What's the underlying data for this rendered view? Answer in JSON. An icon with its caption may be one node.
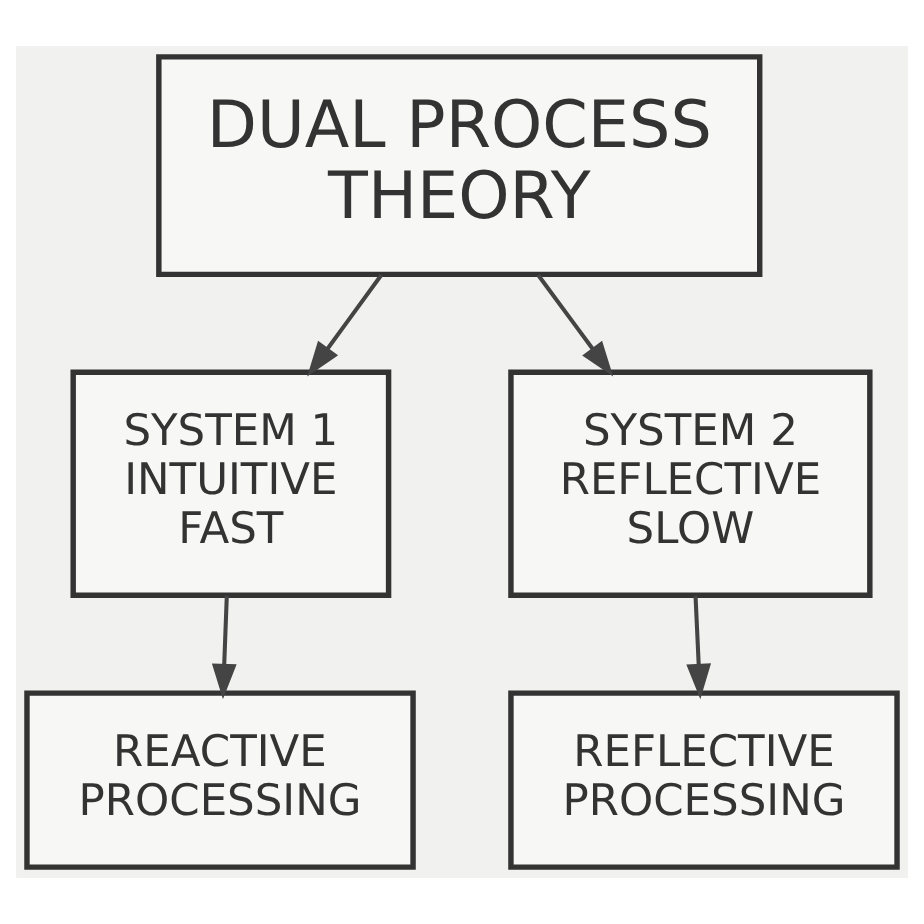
{
  "diagram": {
    "nodes": [
      {
        "text": [
          "DUAL PROCESS THEORY"
        ]
      },
      {
        "text": [
          "SYSTEM 1",
          "INTUITIVE FAST"
        ]
      },
      {
        "text": [
          "SYSTEM 2",
          "REFLECTIVE SLOW"
        ]
      },
      {
        "text": [
          "REACTIVE PROCESSING"
        ]
      },
      {
        "text": [
          "REFLECTIVE PROCESSING"
        ]
      }
    ],
    "edges": [
      {
        "from": 0,
        "to": 1,
        "arrow": "to"
      },
      {
        "from": 0,
        "to": 2,
        "arrow": "to"
      },
      {
        "from": 1,
        "to": 3,
        "arrow": "to"
      },
      {
        "from": 2,
        "to": 4,
        "arrow": "to"
      }
    ]
  }
}
